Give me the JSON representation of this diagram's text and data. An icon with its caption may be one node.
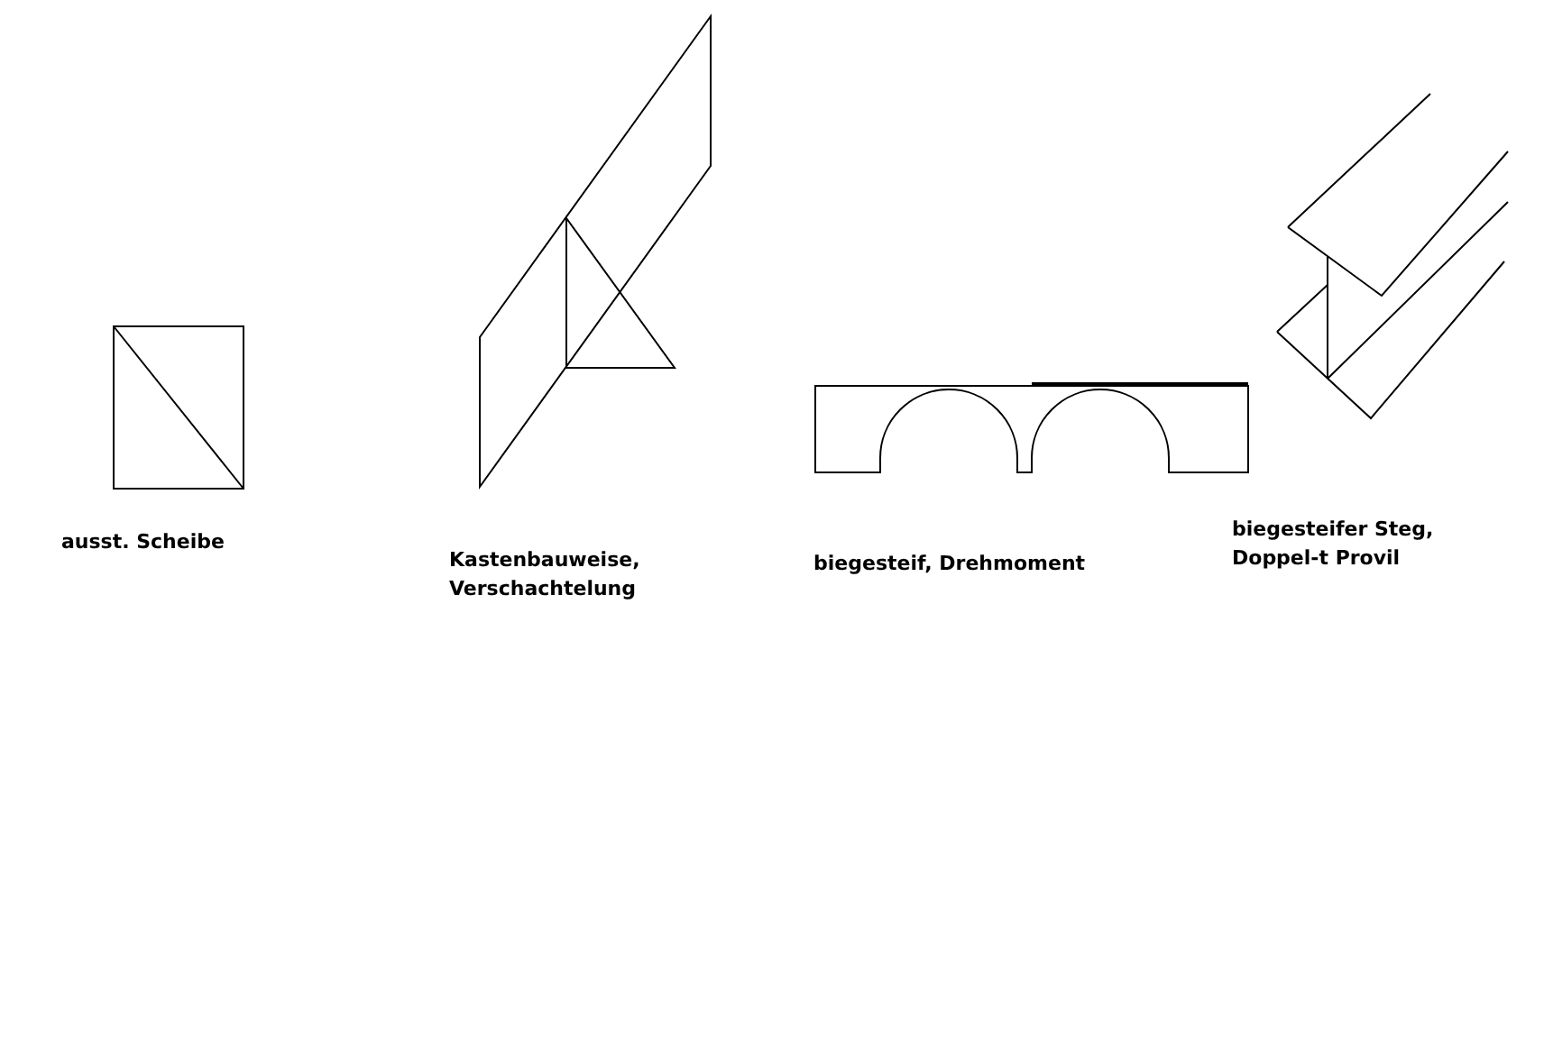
{
  "diagram": {
    "labels": [
      "ausst. Scheibe",
      "Kastenbauweise, Verschachtelung",
      "biegesteif, Drehmoment",
      "biegesteifer Steg, Doppel-t Provil"
    ]
  }
}
